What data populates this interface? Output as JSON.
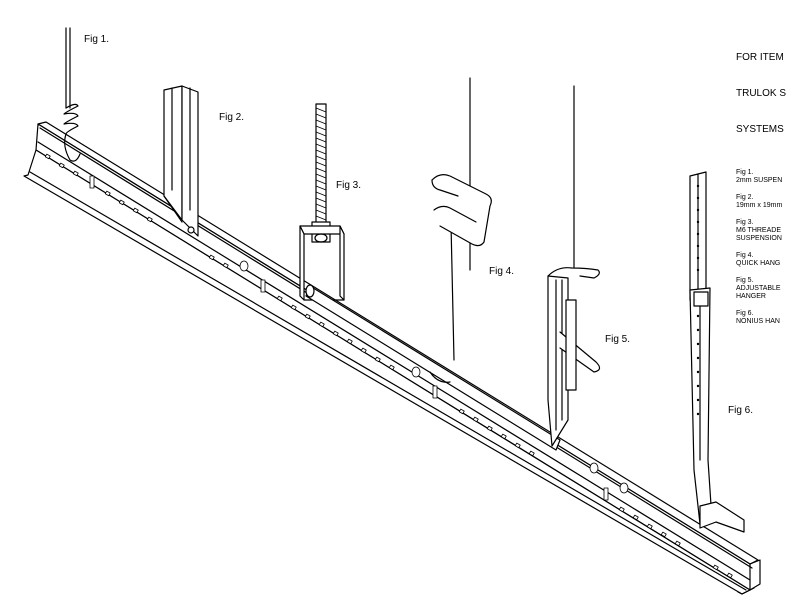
{
  "figures": {
    "fig1": "Fig 1.",
    "fig2": "Fig 2.",
    "fig3": "Fig 3.",
    "fig4": "Fig 4.",
    "fig5": "Fig 5.",
    "fig6": "Fig 6."
  },
  "legend": {
    "title_lines": [
      "FOR ITEM",
      "TRULOK S",
      "SYSTEMS"
    ],
    "items": [
      {
        "fig": "Fig 1.",
        "lines": [
          "2mm SUSPEN"
        ]
      },
      {
        "fig": "Fig 2.",
        "lines": [
          "19mm x 19mm"
        ]
      },
      {
        "fig": "Fig 3.",
        "lines": [
          "M6 THREADE",
          "SUSPENSION"
        ]
      },
      {
        "fig": "Fig 4.",
        "lines": [
          "QUICK HANG"
        ]
      },
      {
        "fig": "Fig 5.",
        "lines": [
          "ADJUSTABLE",
          "HANGER"
        ]
      },
      {
        "fig": "Fig 6.",
        "lines": [
          "NONIUS HAN"
        ]
      }
    ]
  }
}
